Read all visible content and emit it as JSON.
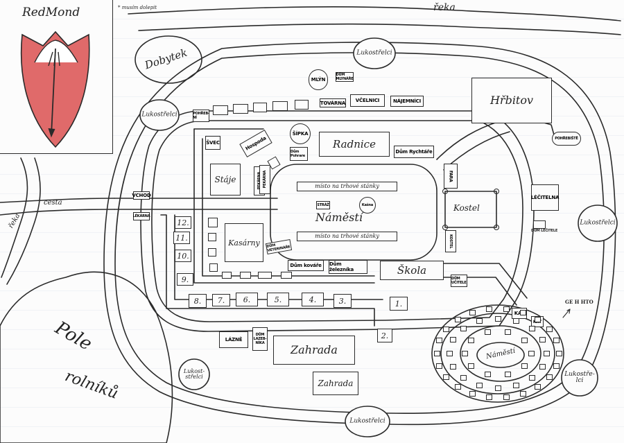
{
  "coat_of_arms": {
    "title": "RedMond"
  },
  "legend_note": "* musím dolepit",
  "rivers": {
    "top": "řeka",
    "left": "řeka"
  },
  "road": "cesta",
  "labels": {
    "dobytek": "Dobytek",
    "hrbitov": "Hřbitov",
    "radnice": "Radnice",
    "namesti": "Náměstí",
    "skola": "Škola",
    "kostel": "Kostel",
    "kasarny": "Kasárny",
    "staje": "Stáje",
    "zahrada_1": "Zahrada",
    "zahrada_2": "Zahrada",
    "pole": "Pole",
    "rolniku": "rolníků",
    "ghetto": "GE H HTO",
    "ghetto_namesti": "Náměstí"
  },
  "stalls": {
    "top": "místo na trhové stánky",
    "bottom": "místo na trhové stánky"
  },
  "small": {
    "mlyn": "MLÝN",
    "dum_mlynare": "DŮM MLYNÁŘE",
    "tovarna": "TOVÁRNA",
    "vcelnici": "VČELNICI",
    "najemnici": "NÁJEMNÍCI",
    "pohrebni": "POHŘEB- NÍ",
    "svec": "ŠVEC",
    "hospoda": "Hospoda",
    "sipka": "ŠÍPKA",
    "dum_pohrare": "Dům Pohrare",
    "dum_rychtare": "Dům Rychtáře",
    "vchod": "VCHOD",
    "lekarna": "LÉKÁRNA",
    "pekarna": "PEKÁRNA",
    "pekarna_2": "PEKÁRNA",
    "straz": "STRÁŽ",
    "kasna": "Kašna",
    "dum_veterinare": "DŮM VETERINÁŘE",
    "dum_kovare": "Dům kováře",
    "dum_zeleznika": "Dům železníka",
    "lecitelna": "LÉČITELNA",
    "dum_lecitele": "DŮM LÉČITELE",
    "fara": "FARA",
    "kostel_side": "KOSTEL",
    "dum_ucitele": "DŮM UČITELE",
    "prpravistie": "POHŘEBIŠTĚ",
    "lazne": "LÁZNĚ",
    "dum_lazebnika": "DŮM LAZEB- NÍKA",
    "kat": "KAT",
    "kat_2": "KAT"
  },
  "towers": {
    "top": "Lukostřelci",
    "left": "Lukostřelci",
    "right": "Lukostřelci",
    "right_bottom": "Lukostře- lci",
    "bottom": "Lukostřelci",
    "bottom_left": "Lukost- střelci"
  },
  "houses": [
    "12.",
    "11.",
    "10.",
    "9.",
    "8.",
    "7.",
    "6.",
    "5.",
    "4.",
    "3.",
    "2.",
    "1."
  ],
  "colors": {
    "shield": "#e06a6a",
    "ink": "#2a2a2a"
  }
}
